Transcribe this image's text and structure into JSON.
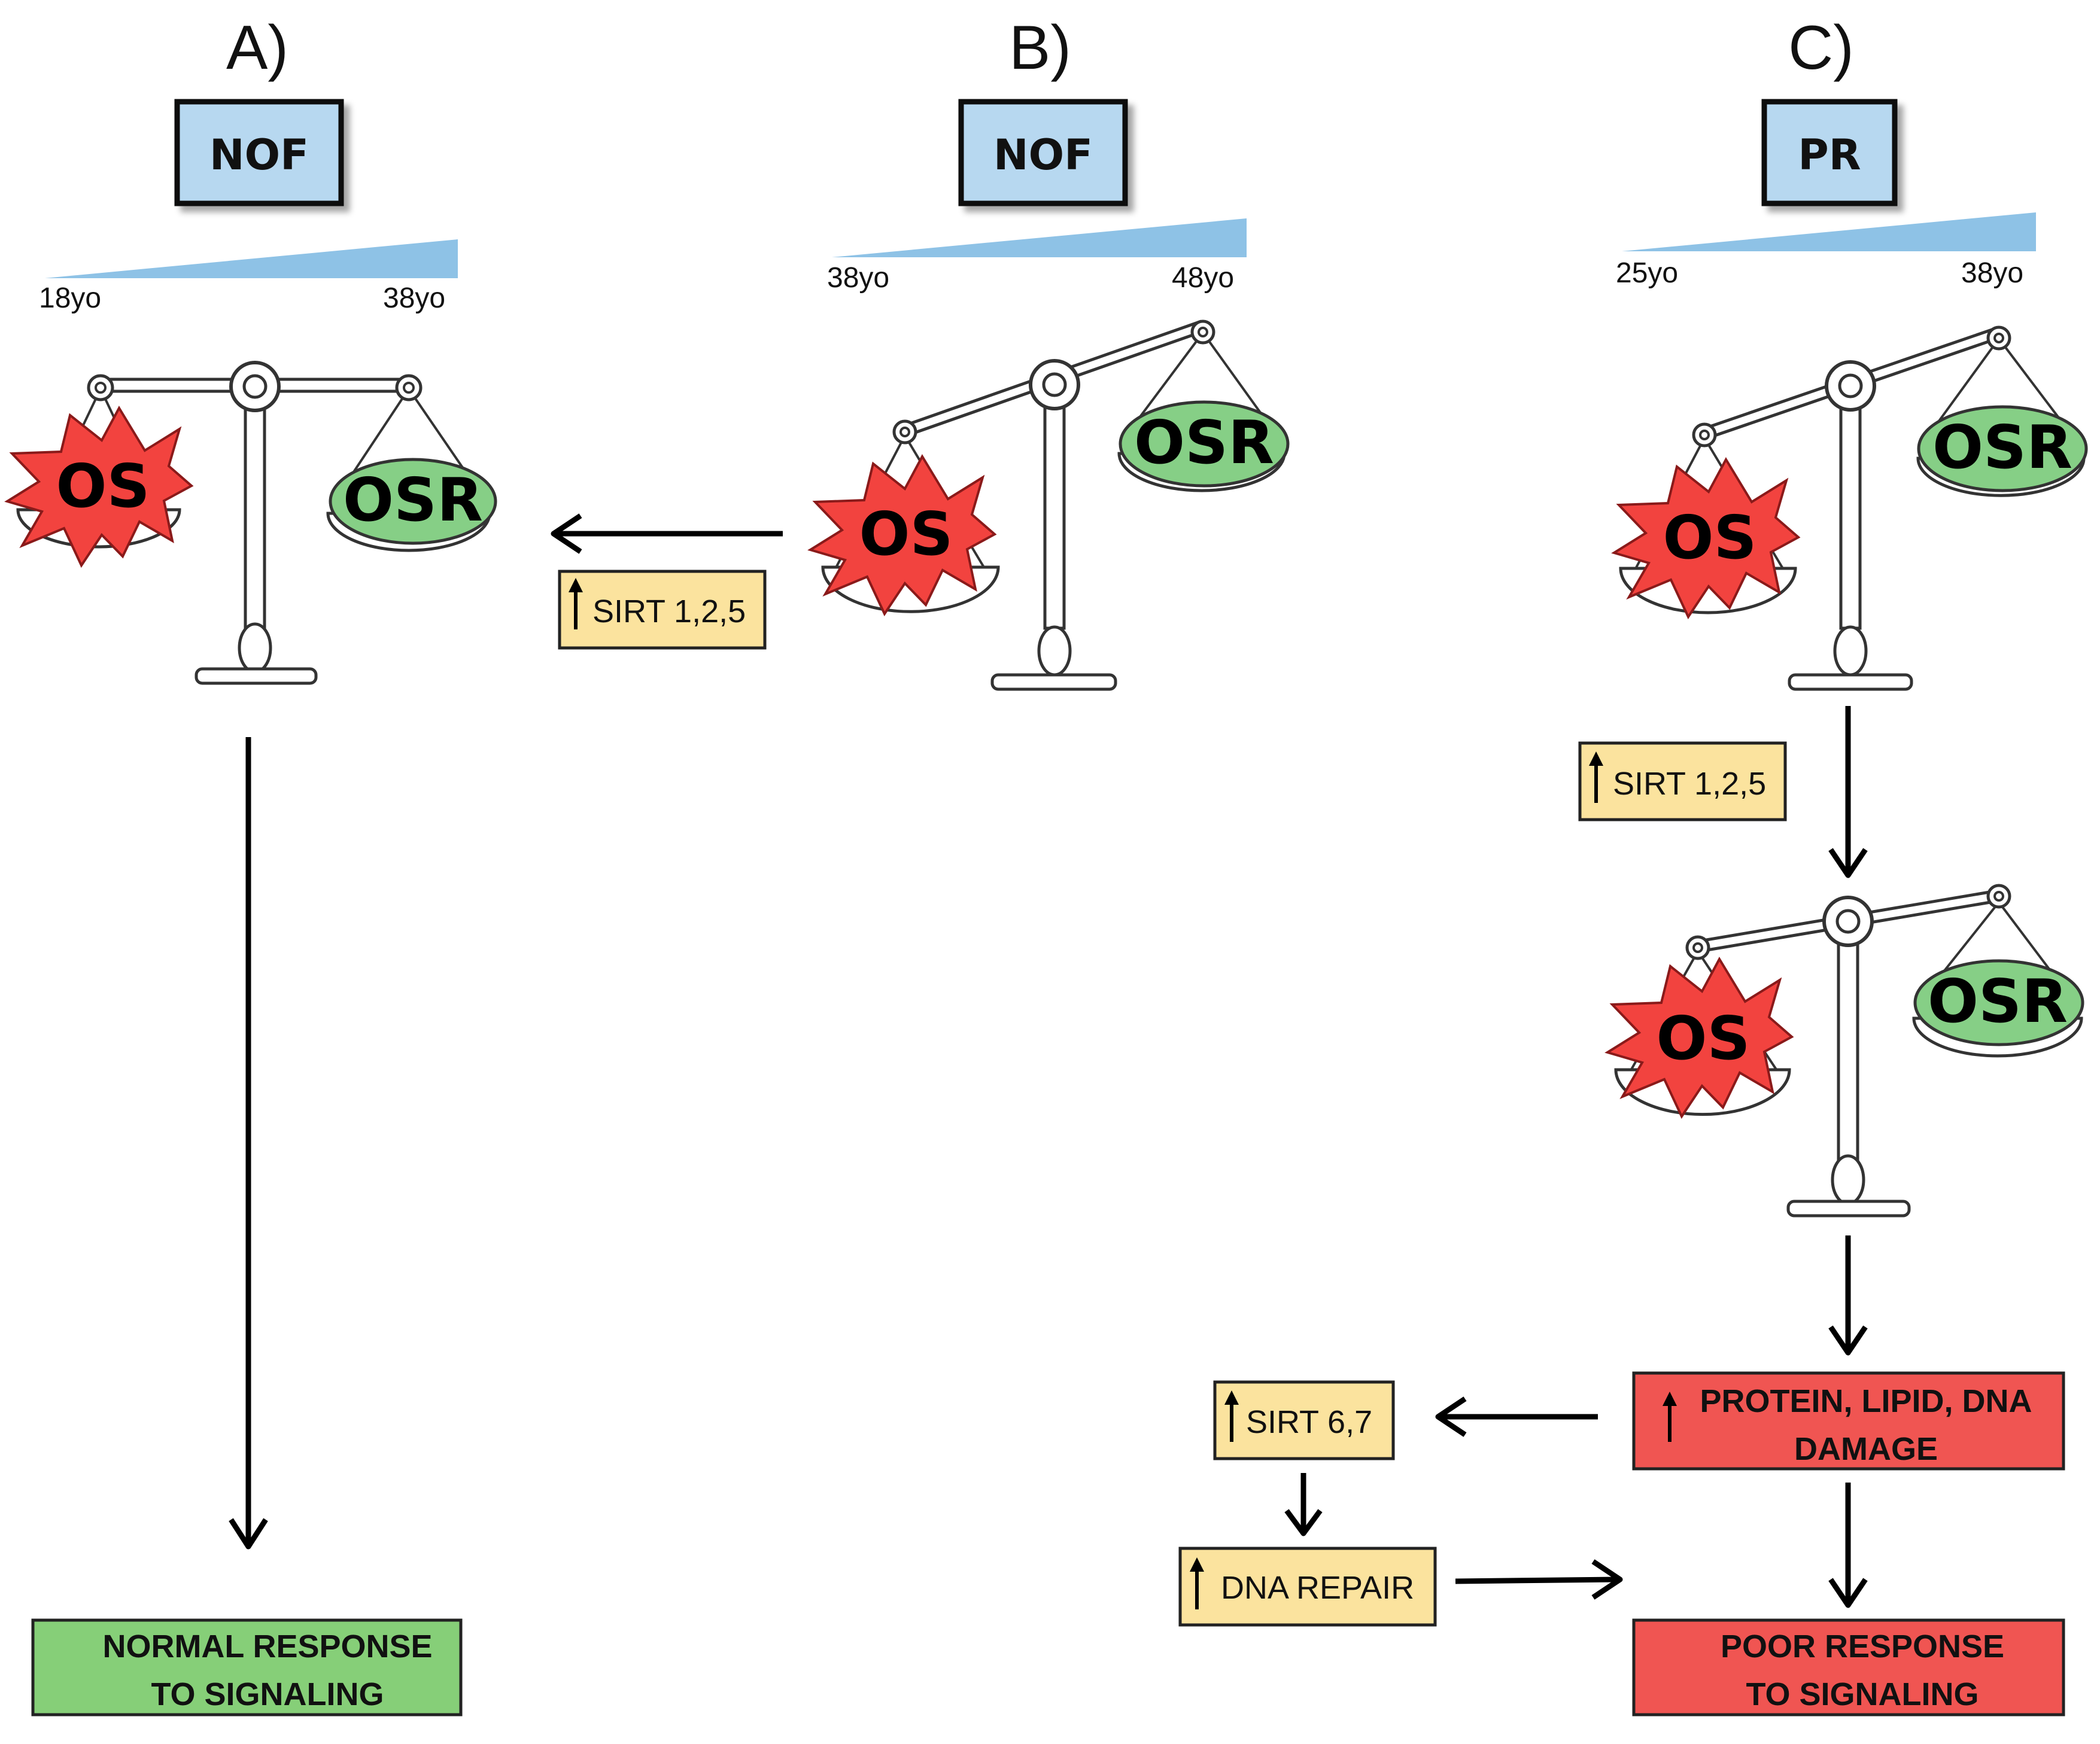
{
  "panels": [
    {
      "letter": "A)",
      "tag": "NOF",
      "age_start": "18yo",
      "age_end": "38yo"
    },
    {
      "letter": "B)",
      "tag": "NOF",
      "age_start": "38yo",
      "age_end": "48yo"
    },
    {
      "letter": "C)",
      "tag": "PR",
      "age_start": "25yo",
      "age_end": "38yo"
    }
  ],
  "scale_labels": {
    "left": "OS",
    "right": "OSR"
  },
  "boxes": {
    "sirt125": "SIRT 1,2,5",
    "sirt67": "SIRT 6,7",
    "dna_repair": "DNA REPAIR",
    "damage_line1": "PROTEIN, LIPID, DNA",
    "damage_line2": "DAMAGE",
    "normal_line1": "NORMAL RESPONSE",
    "normal_line2": "TO SIGNALING",
    "poor_line1": "POOR RESPONSE",
    "poor_line2": "TO SIGNALING"
  },
  "colors": {
    "tag_fill": "#b7d8f0",
    "ramp_fill": "#8ec2e6",
    "os_fill": "#f2433f",
    "osr_fill": "#86cf86",
    "sirt_fill": "#fbe39e",
    "damage_fill": "#f05552",
    "normal_fill": "#86cf78"
  }
}
